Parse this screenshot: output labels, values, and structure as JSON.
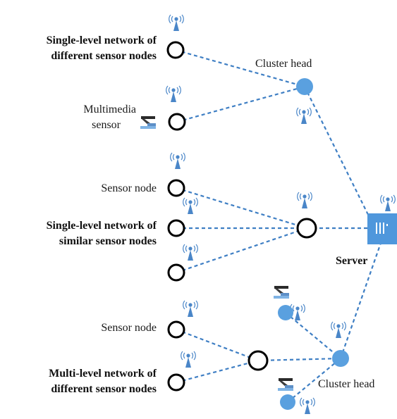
{
  "labels": {
    "single_different_line1": "Single-level network of",
    "single_different_line2": "different sensor nodes",
    "cluster_head_top": "Cluster head",
    "multimedia_line1": "Multimedia",
    "multimedia_line2": "sensor",
    "sensor_node_1": "Sensor node",
    "single_similar_line1": "Single-level network of",
    "single_similar_line2": "similar sensor nodes",
    "server": "Server",
    "sensor_node_2": "Sensor node",
    "multi_different_line1": "Multi-level network of",
    "multi_different_line2": "different sensor nodes",
    "cluster_head_bottom": "Cluster head"
  },
  "colors": {
    "link": "#3f7fc4",
    "cluster_head": "#5aa0df",
    "server": "#4f97dc",
    "antenna": "#4a86c8",
    "node_outline": "#000000"
  },
  "icons": [
    "antenna-icon",
    "camera-icon",
    "server-icon"
  ]
}
